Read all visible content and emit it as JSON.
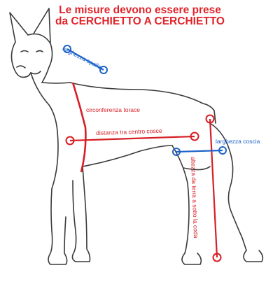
{
  "title": {
    "line1": "Le misure devono essere prese",
    "line2": "da CERCHIETTO A CERCHIETTO"
  },
  "labels": {
    "shoulder_width": "larghezza spalle",
    "chest_circumference": "circonferenza torace",
    "chest_to_hip_distance": "distanza tra centro cosce",
    "thigh_width": "larghezza coscia",
    "height_ground_to_tail": "altezza da terra a sotto la coda"
  },
  "colors": {
    "title": "#e0242a",
    "measure_red": "#d61f26",
    "measure_blue": "#1e63c8",
    "outline": "#3a3a3a"
  }
}
